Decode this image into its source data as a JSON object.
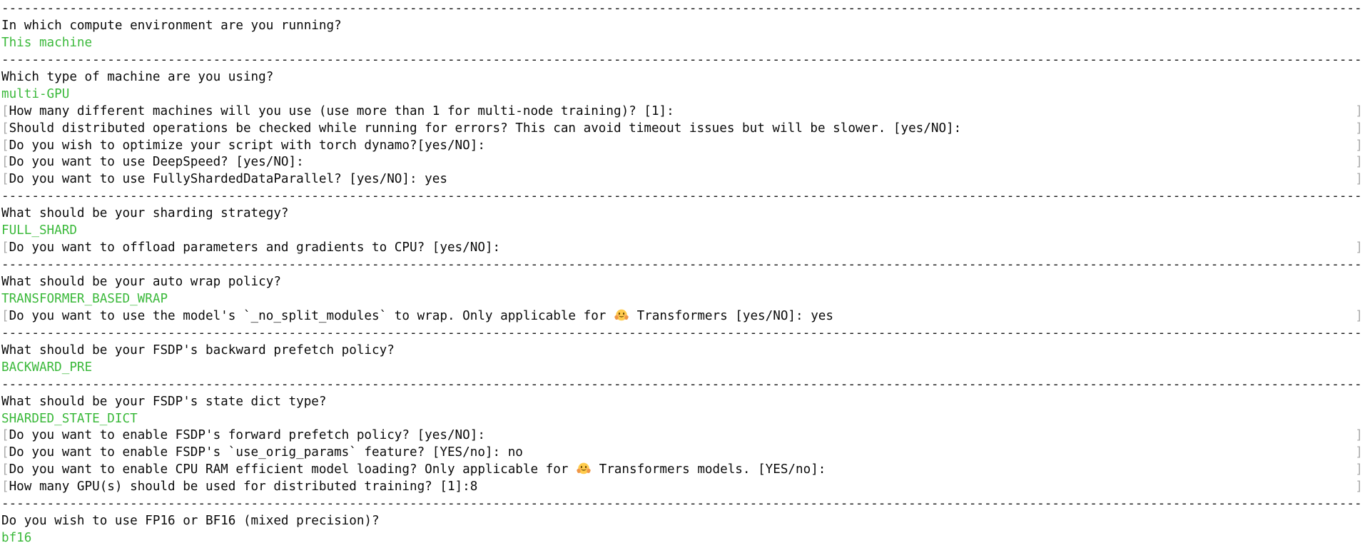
{
  "terminal": {
    "app": "accelerate config questionnaire",
    "colors": {
      "background": "#ffffff",
      "text": "#0a0a0a",
      "answer_green": "#3bb93b",
      "bracket_gray": "#ababab"
    },
    "bracket_open": "[",
    "bracket_close": "]",
    "separator": "------------------------------------------------------------------------------------------------------------------------------------------------------------------------------------",
    "lines": [
      {
        "type": "separator",
        "text": ""
      },
      {
        "type": "question",
        "text": "In which compute environment are you running?"
      },
      {
        "type": "answer",
        "text": "This machine"
      },
      {
        "type": "separator",
        "text": ""
      },
      {
        "type": "question",
        "text": "Which type of machine are you using?"
      },
      {
        "type": "answer",
        "text": "multi-GPU"
      },
      {
        "type": "prompt",
        "text": "How many different machines will you use (use more than 1 for multi-node training)? [1]:"
      },
      {
        "type": "prompt",
        "text": "Should distributed operations be checked while running for errors? This can avoid timeout issues but will be slower. [yes/NO]:"
      },
      {
        "type": "prompt",
        "text": "Do you wish to optimize your script with torch dynamo?[yes/NO]:"
      },
      {
        "type": "prompt",
        "text": "Do you want to use DeepSpeed? [yes/NO]:"
      },
      {
        "type": "prompt",
        "text": "Do you want to use FullyShardedDataParallel? [yes/NO]: yes"
      },
      {
        "type": "separator",
        "text": ""
      },
      {
        "type": "question",
        "text": "What should be your sharding strategy?"
      },
      {
        "type": "answer",
        "text": "FULL_SHARD"
      },
      {
        "type": "prompt",
        "text": "Do you want to offload parameters and gradients to CPU? [yes/NO]:"
      },
      {
        "type": "separator",
        "text": ""
      },
      {
        "type": "question",
        "text": "What should be your auto wrap policy?"
      },
      {
        "type": "answer",
        "text": "TRANSFORMER_BASED_WRAP"
      },
      {
        "type": "prompt_emoji",
        "icon": "hugging-face-emoji",
        "before": "Do you want to use the model's `_no_split_modules` to wrap. Only applicable for ",
        "after": " Transformers [yes/NO]: yes"
      },
      {
        "type": "separator",
        "text": ""
      },
      {
        "type": "question",
        "text": "What should be your FSDP's backward prefetch policy?"
      },
      {
        "type": "answer",
        "text": "BACKWARD_PRE"
      },
      {
        "type": "separator",
        "text": ""
      },
      {
        "type": "question",
        "text": "What should be your FSDP's state dict type?"
      },
      {
        "type": "answer",
        "text": "SHARDED_STATE_DICT"
      },
      {
        "type": "prompt",
        "text": "Do you want to enable FSDP's forward prefetch policy? [yes/NO]:"
      },
      {
        "type": "prompt",
        "text": "Do you want to enable FSDP's `use_orig_params` feature? [YES/no]: no"
      },
      {
        "type": "prompt_emoji",
        "icon": "hugging-face-emoji",
        "before": "Do you want to enable CPU RAM efficient model loading? Only applicable for ",
        "after": " Transformers models. [YES/no]:"
      },
      {
        "type": "prompt",
        "text": "How many GPU(s) should be used for distributed training? [1]:8"
      },
      {
        "type": "separator",
        "text": ""
      },
      {
        "type": "question",
        "text": "Do you wish to use FP16 or BF16 (mixed precision)?"
      },
      {
        "type": "answer",
        "text": "bf16"
      }
    ]
  }
}
